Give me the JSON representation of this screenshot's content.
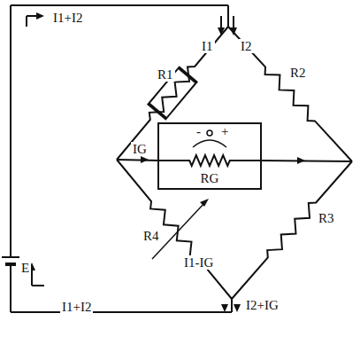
{
  "diagram": {
    "nodes": [
      {
        "text": [
          "RG"
        ]
      }
    ],
    "labels": [
      "I1+I2",
      "I1",
      "I2",
      "R1",
      "R2",
      "IG",
      "R4",
      "R3",
      "I1-IG",
      "I2+IG",
      "E",
      "I1+I2",
      "-",
      "+"
    ]
  }
}
